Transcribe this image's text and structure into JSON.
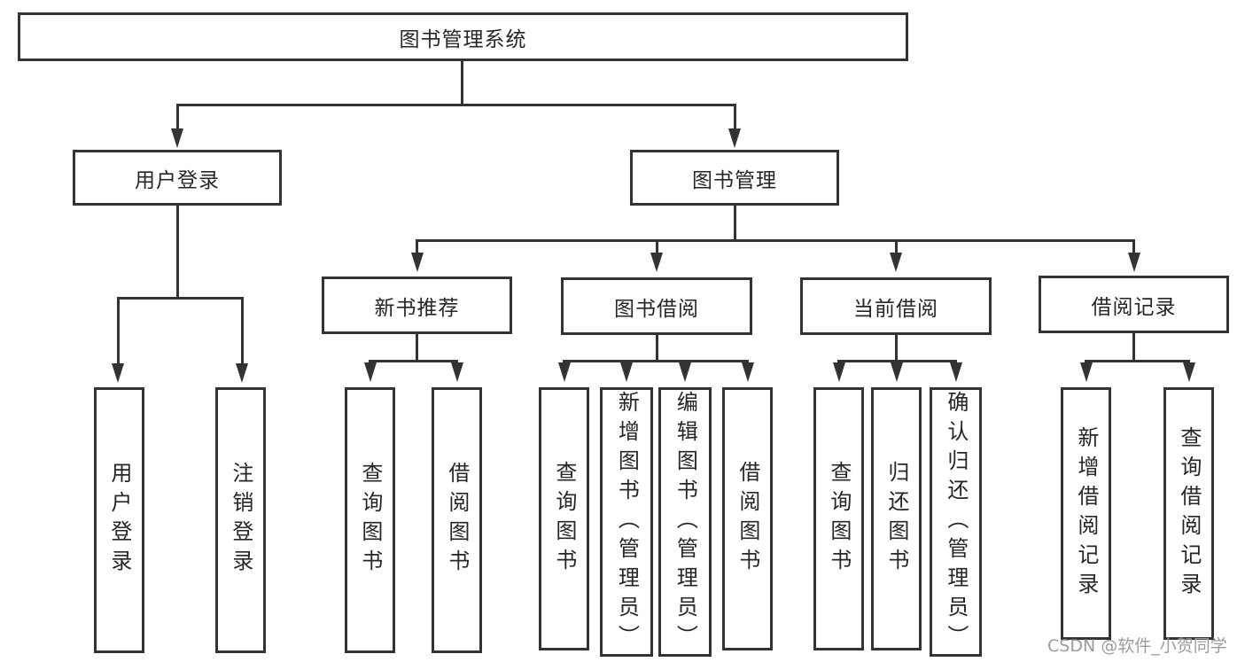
{
  "tree": {
    "root": {
      "label": "图书管理系统"
    },
    "children": [
      {
        "label": "用户登录",
        "children": [
          {
            "label": "用户登录"
          },
          {
            "label": "注销登录"
          }
        ]
      },
      {
        "label": "图书管理",
        "children": [
          {
            "label": "新书推荐",
            "children": [
              {
                "label": "查询图书"
              },
              {
                "label": "借阅图书"
              }
            ]
          },
          {
            "label": "图书借阅",
            "children": [
              {
                "label": "查询图书"
              },
              {
                "label": "新增图书（管理员）"
              },
              {
                "label": "编辑图书（管理员）"
              },
              {
                "label": "借阅图书"
              }
            ]
          },
          {
            "label": "当前借阅",
            "children": [
              {
                "label": "查询图书"
              },
              {
                "label": "归还图书"
              },
              {
                "label": "确认归还（管理员）"
              }
            ]
          },
          {
            "label": "借阅记录",
            "children": [
              {
                "label": "新增借阅记录"
              },
              {
                "label": "查询借阅记录"
              }
            ]
          }
        ]
      }
    ]
  },
  "watermark": "CSDN @软件_小贺同学",
  "colors": {
    "line": "#333333",
    "text": "#262626",
    "watermark": "#9c9c9c",
    "background": "#ffffff"
  }
}
